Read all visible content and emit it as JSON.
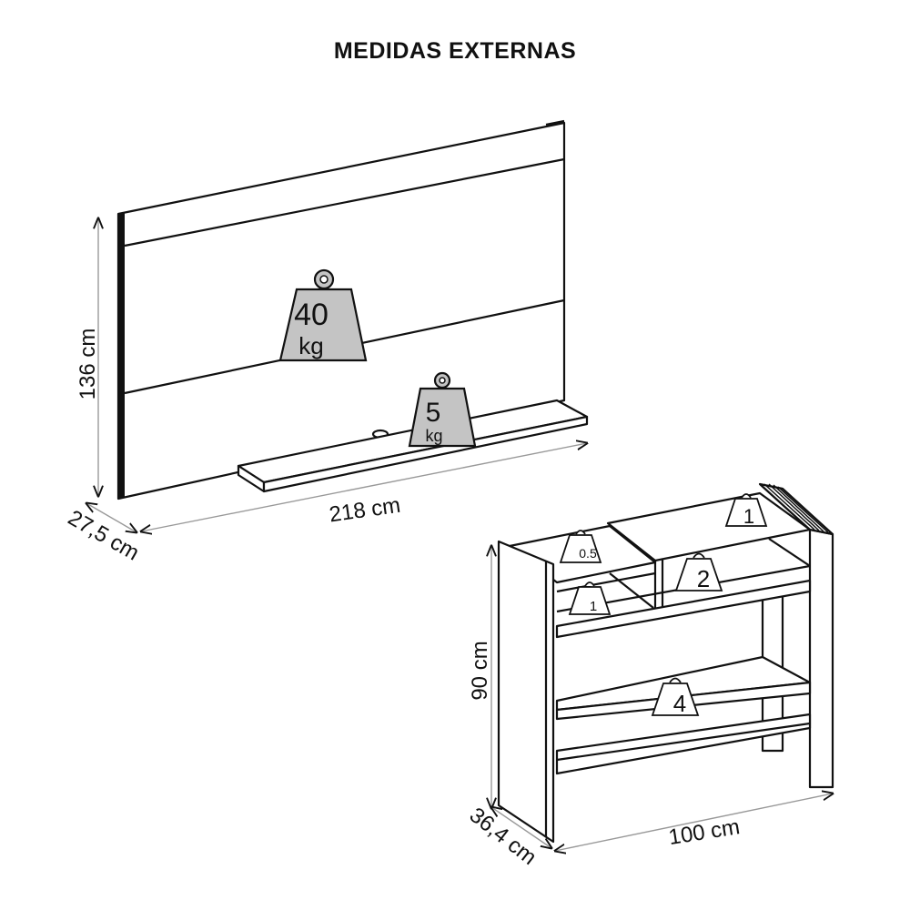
{
  "title": "MEDIDAS EXTERNAS",
  "panel": {
    "height": "136 cm",
    "width": "218 cm",
    "depth": "27,5 cm",
    "weight_panel": {
      "value": "40",
      "unit": "kg"
    },
    "weight_shelf": {
      "value": "5",
      "unit": "kg"
    }
  },
  "console": {
    "height": "90 cm",
    "width": "100 cm",
    "depth": "36,4 cm",
    "weights": [
      "1",
      "0.5",
      "2",
      "1",
      "4"
    ]
  },
  "colors": {
    "line": "#111111",
    "dimension": "#999999",
    "weight_fill": "#c4c4c4"
  }
}
